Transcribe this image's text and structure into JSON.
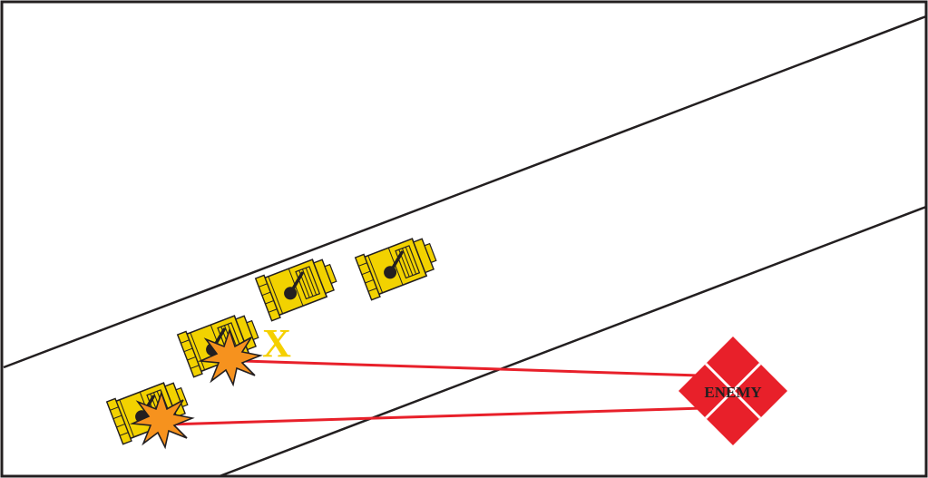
{
  "enemy": {
    "label": "ENEMY",
    "fill_color": "#e8202a",
    "cross_color": "#ffffff",
    "text_color": "#231f20"
  },
  "marker": {
    "label": "X",
    "color": "#f5d000"
  },
  "colors": {
    "border": "#231f20",
    "road_edge": "#231f20",
    "fire_line": "#e8202a",
    "vehicle_body": "#f2d200",
    "vehicle_outline": "#231f20",
    "explosion_fill": "#f6921e",
    "explosion_outline": "#231f20"
  },
  "vehicles": [
    {
      "id": "vehicle-1",
      "status": "hit"
    },
    {
      "id": "vehicle-2",
      "status": "hit"
    },
    {
      "id": "vehicle-3",
      "status": "intact"
    },
    {
      "id": "vehicle-4",
      "status": "intact"
    }
  ],
  "icons": {
    "vehicle": "armored-vehicle-icon",
    "explosion": "explosion-icon",
    "enemy": "enemy-diamond-icon"
  }
}
